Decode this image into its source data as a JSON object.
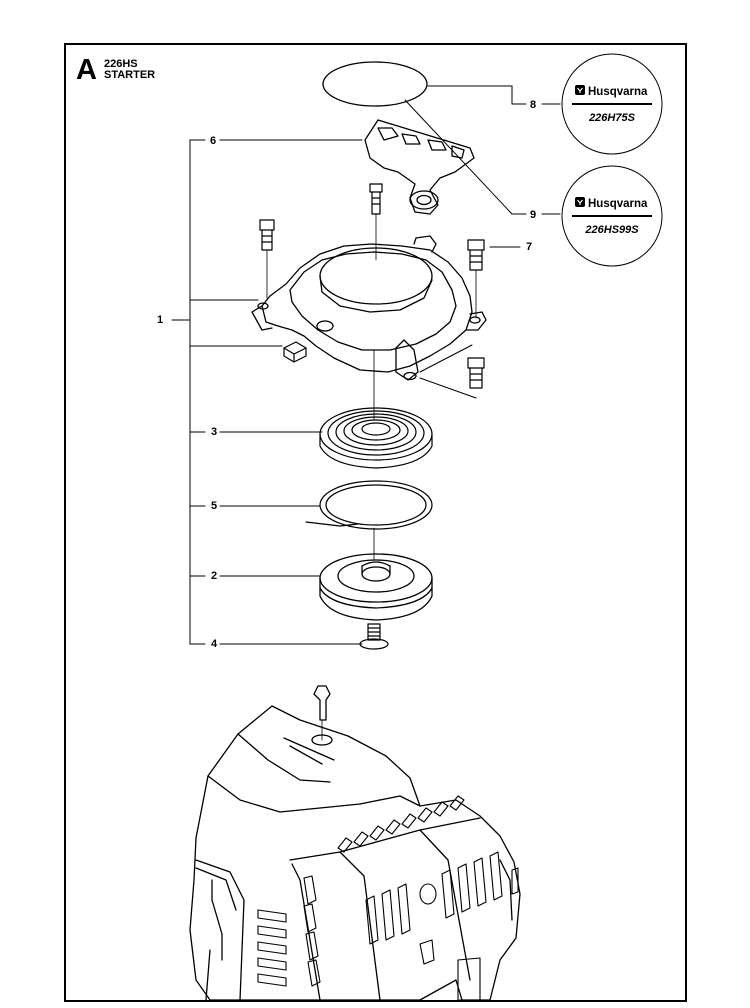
{
  "page": {
    "section_letter": "A",
    "title_line1": "226HS",
    "title_line2": "STARTER"
  },
  "callouts": [
    {
      "id": "1",
      "label": "1"
    },
    {
      "id": "2",
      "label": "2"
    },
    {
      "id": "3",
      "label": "3"
    },
    {
      "id": "4",
      "label": "4"
    },
    {
      "id": "5",
      "label": "5"
    },
    {
      "id": "6",
      "label": "6"
    },
    {
      "id": "7",
      "label": "7"
    },
    {
      "id": "8",
      "label": "8"
    },
    {
      "id": "9",
      "label": "9"
    }
  ],
  "decals": [
    {
      "brand": "Husqvarna",
      "model": "226H75S"
    },
    {
      "brand": "Husqvarna",
      "model": "226HS99S"
    }
  ],
  "icons": {
    "brand_logo": "husqvarna-crown-logo"
  },
  "colors": {
    "line": "#000000",
    "background": "#ffffff"
  }
}
